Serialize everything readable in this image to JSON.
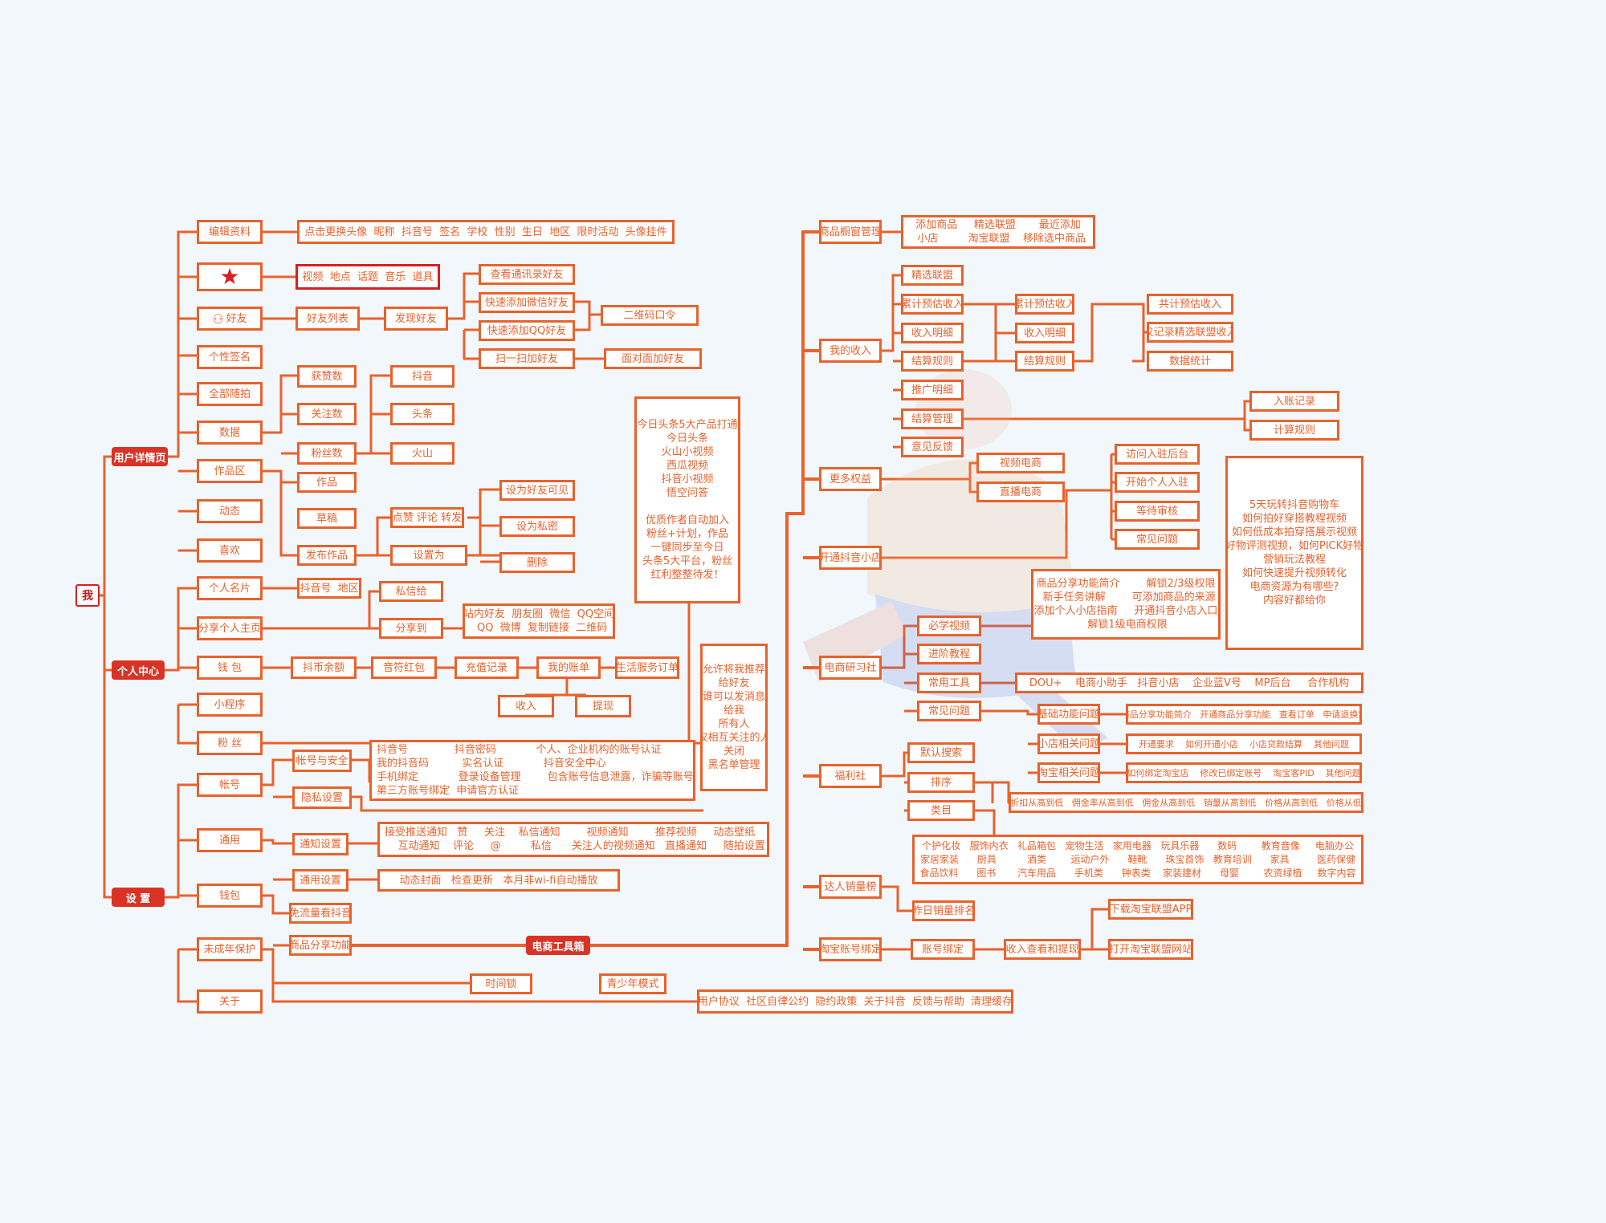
{
  "root": "我",
  "categories": {
    "user_detail": "用户详情页",
    "personal_center": "个人中心",
    "settings": "设 置",
    "ecommerce_toolbox": "电商工具箱"
  },
  "left": {
    "edit_profile": "编辑资料",
    "edit_profile_items": "点击更换头像  昵称  抖音号  签名  学校  性别  生日  地区  限时活动  头像挂件",
    "star_items": "视频  地点  话题  音乐  道具",
    "friends": "好友",
    "friend_list": "好友列表",
    "discover_friends": "发现好友",
    "view_contacts": "查看通讯录好友",
    "quick_wechat": "快速添加微信好友",
    "quick_qq": "快速添加QQ好友",
    "scan_add": "扫一扫加好友",
    "qr_code": "二维码口令",
    "face_add": "面对面加好友",
    "signature": "个性签名",
    "all_snaps": "全部随拍",
    "data": "数据",
    "likes_received": "获赞数",
    "following": "关注数",
    "followers": "粉丝数",
    "douyin": "抖音",
    "toutiao": "头条",
    "huoshan": "火山",
    "works_area": "作品区",
    "works": "作品",
    "drafts": "草稿",
    "publish": "发布作品",
    "like_comment_share": "点赞 评论 转发",
    "set_as": "设置为",
    "friends_visible": "设为好友可见",
    "private": "设为私密",
    "delete": "删除",
    "moments": "动态",
    "favorites": "喜欢",
    "card": "个人名片",
    "douyin_id_region": "抖音号  地区",
    "share_home": "分享个人主页",
    "private_letter": "私信给",
    "share_to": "分享到",
    "share_targets": "站内好友  朋友圈  微信  QQ空间\n  QQ  微博  复制链接  二维码",
    "wallet": "钱 包",
    "coin_balance": "抖币余额",
    "music_red_packet": "音符红包",
    "recharge_records": "充值记录",
    "my_bill": "我的账单",
    "life_orders": "生活服务订单",
    "income": "收入",
    "withdraw": "提现",
    "mini_program": "小程序",
    "fans": "粉 丝",
    "product_note": "今日头条5大产品打通\n今日头条\n火山小视频\n西瓜视频\n抖音小视频\n悟空问答\n\n优质作者自动加入\n粉丝+计划，作品\n一键同步至今日\n头条5大平台，粉丝\n红利整整待发！",
    "recommend_note": "允许将我推荐\n给好友\n谁可以发消息\n给我\n所有人\n仅相互关注的人\n关闭\n黑名单管理",
    "account": "帐号",
    "account_security": "帐号与安全",
    "privacy_settings": "隐私设置",
    "account_items": "抖音号              抖音密码            个人、企业机构的账号认证\n我的抖音码          实名认证            抖音安全中心\n手机绑定            登录设备管理        包含账号信息泄露，诈骗等账号问题\n第三方账号绑定  申请官方认证",
    "general": "通用",
    "notification_settings": "通知设置",
    "notification_items": "接受推送通知   赞     关注    私信通知        视频通知        推荐视频     动态壁纸\n    互动通知    评论     @         私信      关注人的视频通知   直播通知     随拍设置",
    "general_settings": "通用设置",
    "general_items": "动态封面   检查更新   本月非wi-fi自动播放",
    "wallet2": "钱包",
    "free_data": "免流量看抖音",
    "product_share": "商品分享功能",
    "minor_protection": "未成年保护",
    "time_lock": "时间锁",
    "teen_mode": "青少年模式",
    "about": "关于",
    "about_items": "用户协议  社区自律公约  隐约政策  关于抖音  反馈与帮助  清理缓存"
  },
  "right": {
    "showcase_mgmt": "商品橱窗管理",
    "showcase_items": "添加商品     精选联盟       最近添加\n  小店         淘宝联盟    移除选中商品",
    "my_income": "我的收入",
    "selected_alliance": "精选联盟",
    "est_income": "累计预估收入",
    "income_detail": "收入明细",
    "settle_rules": "结算规则",
    "promo_detail": "推广明细",
    "settle_mgmt": "结算管理",
    "feedback": "意见反馈",
    "est_income2": "累计预估收入",
    "income_detail2": "收入明细",
    "settle_rules2": "结算规则",
    "total_est": "共计预估收入",
    "only_selected": "仅记录精选联盟收入",
    "stats": "数据统计",
    "entry_records": "入账记录",
    "calc_rules": "计算规则",
    "more_rights": "更多权益",
    "video_ecom": "视频电商",
    "live_ecom": "直播电商",
    "open_store": "开通抖音小店",
    "visit_backend": "访问入驻后台",
    "open_personal": "开始个人入驻",
    "waiting_review": "等待审核",
    "faq": "常见问题",
    "course_note": "5天玩转抖音购物车\n如何拍好穿搭教程视频\n如何低成本拍穿搭展示视频\n好物评测视频，如何PICK好物\n营销玩法教程\n如何快速提升视频转化\n电商资源为有哪些?\n内容好都给你",
    "ecom_institute": "电商研习社",
    "must_watch": "必学视频",
    "advanced": "进阶教程",
    "common_tools": "常用工具",
    "common_questions": "常见问题",
    "must_watch_items": "商品分享功能简介        解锁2/3级权限\n  新手任务讲解        可添加商品的来源\n添加个人小店指南     开通抖音小店入口\n 解锁1级电商权限",
    "tools_items": "DOU+    电商小助手   抖音小店    企业蓝V号    MP后台     合作机构",
    "basic_issues": "基础功能问题",
    "basic_issues_items": "商品分享功能简介   开通商品分享功能   查看订单   申请退换货",
    "store_issues": "小店相关问题",
    "store_issues_items": "开通要求    如何开通小店    小店贷款结算    其他问题",
    "taobao_issues": "淘宝相关问题",
    "taobao_issues_items": "如何绑定淘宝店    修改已绑定账号    淘宝客PID    其他问题",
    "welfare": "福利社",
    "default_search": "默认搜索",
    "sort": "排序",
    "category": "类目",
    "sort_items": "会员折扣从高到低   佣金率从高到低   佣金从高到低   销量从高到低   价格从高到低   价格从低到高",
    "category_items": "个护化妆   服饰内衣   礼品箱包   宠物生活   家用电器   玩具乐器      数码        教育音像     电脑办公\n家居家装      厨具          酒类        运动户外      鞋靴      珠宝首饰   教育培训      家具         医药保健\n食品饮料      图书       汽车用品      手机类      钟表类    家装建材      母婴        农资绿植     数字内容",
    "talent_rank": "达人销量榜",
    "yesterday_rank": "昨日销量排名",
    "taobao_binding": "淘宝账号绑定",
    "account_binding": "账号绑定",
    "income_view": "收入查看和提现",
    "download_app": "下载淘宝联盟APP",
    "open_site": "打开淘宝联盟网站"
  },
  "colors": {
    "accent": "#e8622c",
    "red": "#d91f1f",
    "background": "#f1f7fb"
  },
  "icons": {
    "star": "star-icon",
    "add_friend": "add-user-icon"
  }
}
